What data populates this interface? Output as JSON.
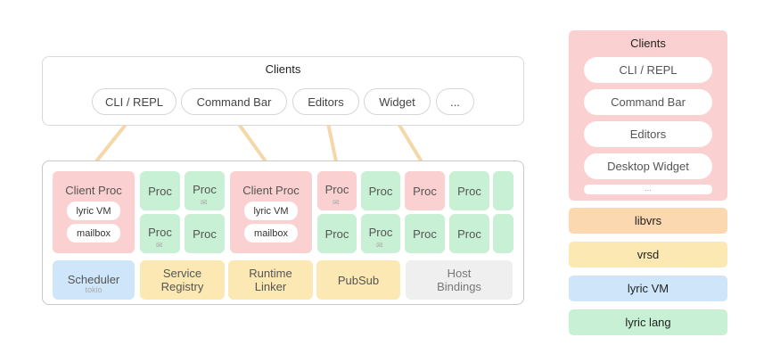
{
  "architecture": {
    "clients": {
      "title": "Clients",
      "items": [
        "CLI / REPL",
        "Command Bar",
        "Editors",
        "Widget",
        "..."
      ]
    },
    "runtime": {
      "client_proc_label": "Client Proc",
      "proc_label": "Proc",
      "vm_label": "lyric VM",
      "mailbox_label": "mailbox",
      "mail_icon": "envelope-icon",
      "services": {
        "scheduler": "Scheduler",
        "scheduler_sub": "tokio",
        "service_registry": "Service Registry",
        "runtime_linker": "Runtime Linker",
        "pubsub": "PubSub",
        "host_bindings": "Host Bindings"
      }
    },
    "stack": {
      "clients_title": "Clients",
      "client_items": [
        "CLI / REPL",
        "Command Bar",
        "Editors",
        "Desktop Widget",
        "..."
      ],
      "layers": [
        "libvrs",
        "vrsd",
        "lyric VM",
        "lyric lang"
      ]
    },
    "colors": {
      "client": "#fbd0d0",
      "proc": "#c8f0d4",
      "scheduler": "#cfe6fa",
      "service": "#fbe8b2",
      "host": "#efefef",
      "libvrs": "#fbd8b0",
      "vrsd": "#fbe8b2",
      "lyric_vm": "#cfe6fa",
      "lyric_lang": "#c8f0d4",
      "connector": "#f6d7a8"
    }
  }
}
